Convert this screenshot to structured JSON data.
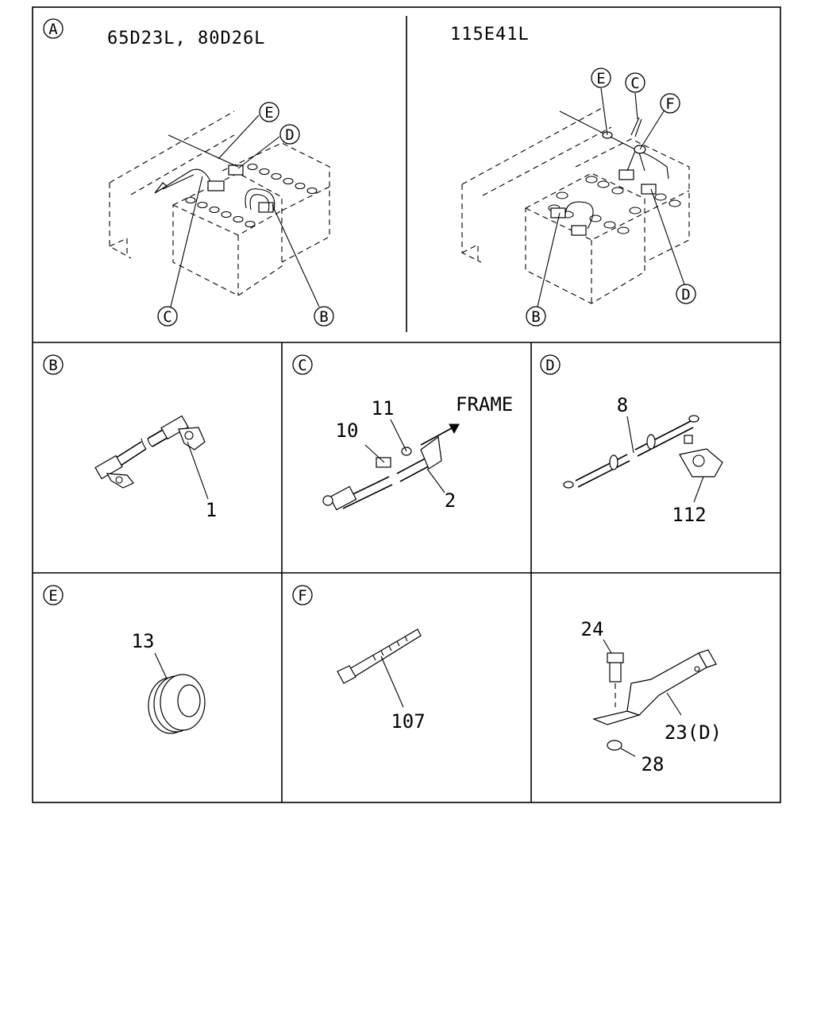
{
  "panels": {
    "A": {
      "letter": "A",
      "left_model": "65D23L, 80D26L",
      "right_model": "115E41L",
      "left_callouts": [
        "E",
        "D",
        "C",
        "B"
      ],
      "right_callouts": [
        "E",
        "C",
        "F",
        "B",
        "D"
      ]
    },
    "B": {
      "letter": "B",
      "part_numbers": [
        "1"
      ]
    },
    "C": {
      "letter": "C",
      "part_numbers": [
        "11",
        "10",
        "2"
      ],
      "direction_label": "FRAME"
    },
    "D": {
      "letter": "D",
      "part_numbers": [
        "8",
        "112"
      ]
    },
    "E": {
      "letter": "E",
      "part_numbers": [
        "13"
      ]
    },
    "F": {
      "letter": "F",
      "part_numbers": [
        "107"
      ]
    },
    "G": {
      "part_numbers": [
        "24",
        "23(D)",
        "28"
      ]
    }
  }
}
